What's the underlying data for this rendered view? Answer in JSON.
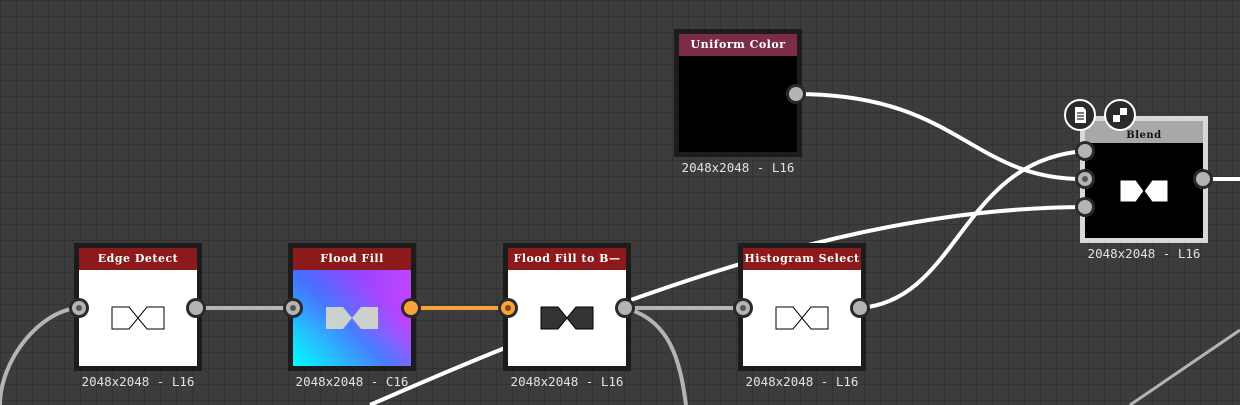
{
  "nodes": {
    "uniform_color": {
      "title": "Uniform Color",
      "size_label": "2048x2048 - L16"
    },
    "blend": {
      "title": "Blend",
      "size_label": "2048x2048 - L16"
    },
    "edge_detect": {
      "title": "Edge Detect",
      "size_label": "2048x2048 - L16"
    },
    "flood_fill": {
      "title": "Flood Fill",
      "size_label": "2048x2048 - C16"
    },
    "flood_fill_to_bw": {
      "title": "Flood Fill to B—",
      "size_label": "2048x2048 - L16"
    },
    "histogram_select": {
      "title": "Histogram Select",
      "size_label": "2048x2048 - L16"
    }
  },
  "badges": {
    "left_icon": "document-icon",
    "right_icon": "checker-icon"
  },
  "colors": {
    "canvas": "#3c3c3c",
    "grid": "#333333",
    "header_red": "#8c1a1a",
    "header_uniform": "#7a2d45",
    "header_blend": "#a8a8a8",
    "connection_gray": "#b4b4b4",
    "connection_white": "#ffffff",
    "connection_orange": "#f5a33a"
  }
}
